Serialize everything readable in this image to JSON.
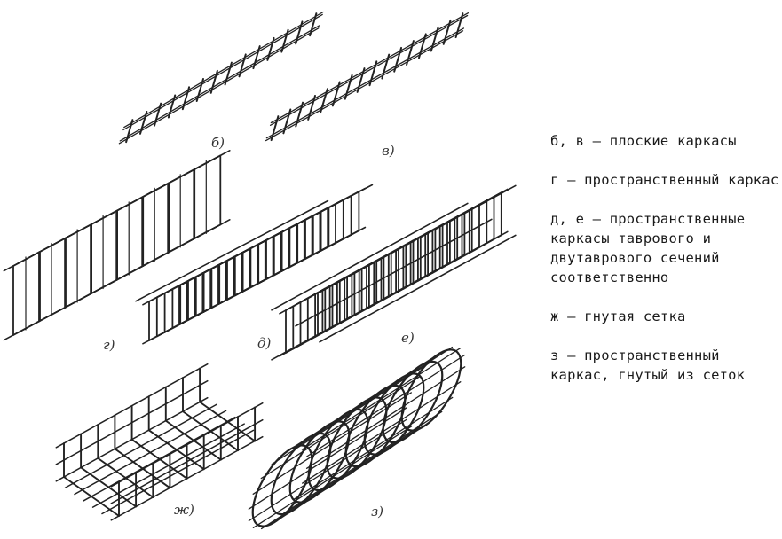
{
  "figure": {
    "labels": {
      "b": "б)",
      "v": "в)",
      "g": "г)",
      "d": "д)",
      "e": "е)",
      "zh": "ж)",
      "z": "з)"
    },
    "stroke_color": "#222222"
  },
  "legend": [
    "б, в — плоские каркасы",
    "г — пространственный каркас",
    "д, е — пространственные каркасы таврового и двутаврового сечений соответственно",
    "ж — гнутая сетка",
    "з — пространственный каркас, гнутый из сеток"
  ]
}
